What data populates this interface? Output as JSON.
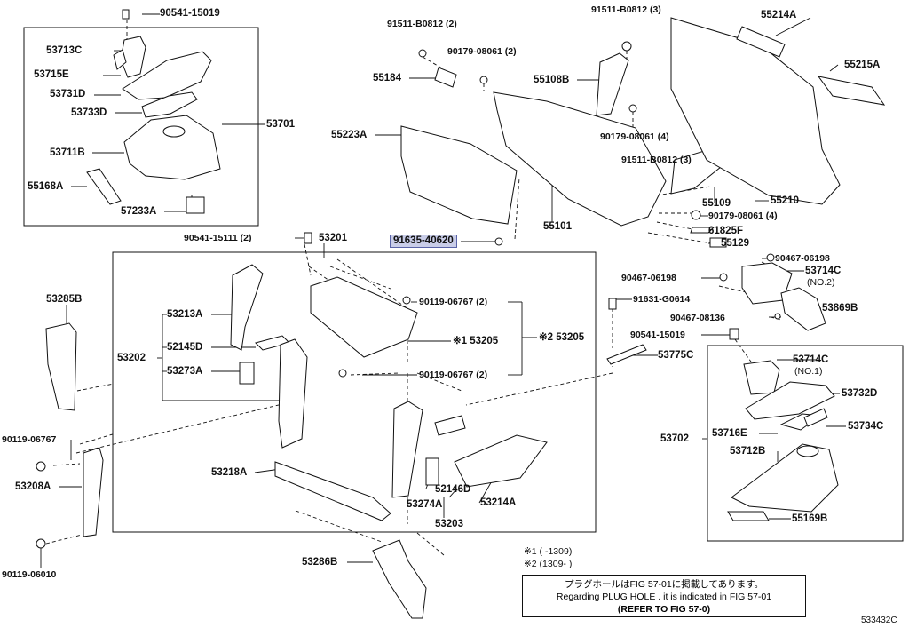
{
  "labels": [
    {
      "id": "p90541-15019-top",
      "text": "90541-15019"
    },
    {
      "id": "p53713C",
      "text": "53713C"
    },
    {
      "id": "p53715E",
      "text": "53715E"
    },
    {
      "id": "p53731D",
      "text": "53731D"
    },
    {
      "id": "p53733D",
      "text": "53733D"
    },
    {
      "id": "p53701",
      "text": "53701"
    },
    {
      "id": "p53711B",
      "text": "53711B"
    },
    {
      "id": "p55168A",
      "text": "55168A"
    },
    {
      "id": "p57233A",
      "text": "57233A"
    },
    {
      "id": "p91511-B0812-2",
      "text": "91511-B0812 (2)"
    },
    {
      "id": "p90179-08061-2",
      "text": "90179-08061 (2)"
    },
    {
      "id": "p55184",
      "text": "55184"
    },
    {
      "id": "p55223A",
      "text": "55223A"
    },
    {
      "id": "p91511-B0812-3a",
      "text": "91511-B0812 (3)"
    },
    {
      "id": "p55108B",
      "text": "55108B"
    },
    {
      "id": "p90179-08061-4a",
      "text": "90179-08061 (4)"
    },
    {
      "id": "p91511-B0812-3b",
      "text": "91511-B0812 (3)"
    },
    {
      "id": "p55214A",
      "text": "55214A"
    },
    {
      "id": "p55215A",
      "text": "55215A"
    },
    {
      "id": "p55210",
      "text": "55210"
    },
    {
      "id": "p55109",
      "text": "55109"
    },
    {
      "id": "p90179-08061-4b",
      "text": "90179-08061 (4)"
    },
    {
      "id": "p61825F",
      "text": "61825F"
    },
    {
      "id": "p55129",
      "text": "55129"
    },
    {
      "id": "p55101",
      "text": "55101"
    },
    {
      "id": "p90541-15111",
      "text": "90541-15111 (2)"
    },
    {
      "id": "p53201",
      "text": "53201"
    },
    {
      "id": "p91635-40620",
      "text": "91635-40620"
    },
    {
      "id": "p90467-06198-a",
      "text": "90467-06198"
    },
    {
      "id": "p53714C-2",
      "text": "53714C"
    },
    {
      "id": "p53714C-2n",
      "text": "(NO.2)"
    },
    {
      "id": "p90467-06198-b",
      "text": "90467-06198"
    },
    {
      "id": "p91631-G0614",
      "text": "91631-G0614"
    },
    {
      "id": "p53869B",
      "text": "53869B"
    },
    {
      "id": "p90467-08136",
      "text": "90467-08136"
    },
    {
      "id": "p90541-15019-b",
      "text": "90541-15019"
    },
    {
      "id": "p53775C",
      "text": "53775C"
    },
    {
      "id": "p53714C-1",
      "text": "53714C"
    },
    {
      "id": "p53714C-1n",
      "text": "(NO.1)"
    },
    {
      "id": "p53732D",
      "text": "53732D"
    },
    {
      "id": "p53702",
      "text": "53702"
    },
    {
      "id": "p53716E",
      "text": "53716E"
    },
    {
      "id": "p53734C",
      "text": "53734C"
    },
    {
      "id": "p53712B",
      "text": "53712B"
    },
    {
      "id": "p55169B",
      "text": "55169B"
    },
    {
      "id": "p53285B",
      "text": "53285B"
    },
    {
      "id": "p53213A",
      "text": "53213A"
    },
    {
      "id": "p52145D",
      "text": "52145D"
    },
    {
      "id": "p53202",
      "text": "53202"
    },
    {
      "id": "p53273A",
      "text": "53273A"
    },
    {
      "id": "p90119-06767-2a",
      "text": "90119-06767 (2)"
    },
    {
      "id": "p53205-1",
      "text": "※1 53205"
    },
    {
      "id": "p53205-2",
      "text": "※2 53205"
    },
    {
      "id": "p90119-06767-2b",
      "text": "90119-06767 (2)"
    },
    {
      "id": "p90119-06767",
      "text": "90119-06767"
    },
    {
      "id": "p53208A",
      "text": "53208A"
    },
    {
      "id": "p53218A",
      "text": "53218A"
    },
    {
      "id": "p52146D",
      "text": "52146D"
    },
    {
      "id": "p53274A",
      "text": "53274A"
    },
    {
      "id": "p53214A",
      "text": "53214A"
    },
    {
      "id": "p53203",
      "text": "53203"
    },
    {
      "id": "p90119-06010",
      "text": "90119-06010"
    },
    {
      "id": "p53286B",
      "text": "53286B"
    }
  ],
  "footnotes": [
    {
      "id": "fn1",
      "text": "※1 (      -1309)"
    },
    {
      "id": "fn2",
      "text": "※2 (1309-      )"
    }
  ],
  "note_box": {
    "line1": "プラグホールはFIG 57-01に掲載してあります。",
    "line2": "Regarding PLUG HOLE . it is indicated in FIG 57-01",
    "line3": "(REFER TO FIG 57-0)"
  },
  "diagram_id": "533432C",
  "colors": {
    "line": "#111111",
    "highlight_fill": "#c9cde8",
    "highlight_border": "#5a64a8"
  }
}
